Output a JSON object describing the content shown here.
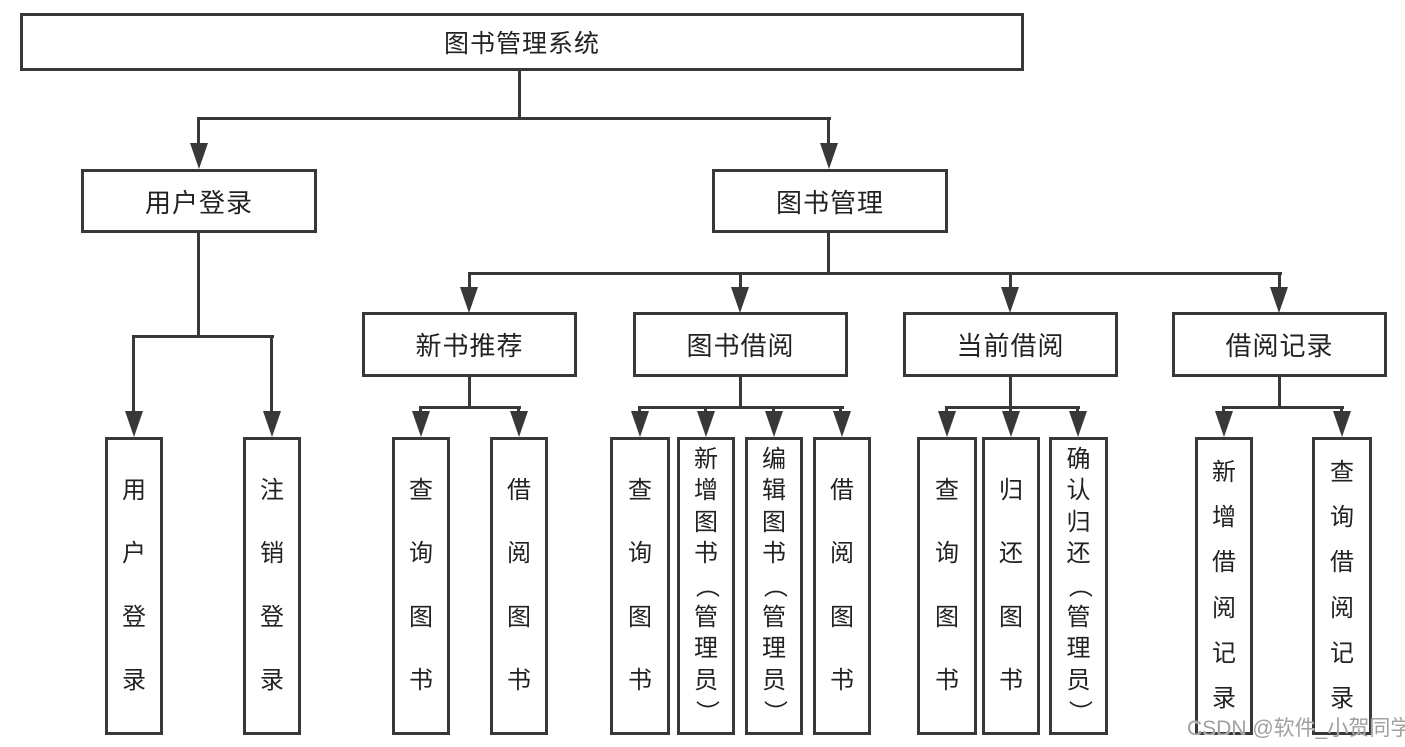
{
  "colors": {
    "line": "#383838",
    "text": "#222222",
    "watermark": "#a0a0a0",
    "background": "#ffffff"
  },
  "watermark": "CSDN @软件_小贺同学",
  "tree": {
    "root": {
      "label": "图书管理系统"
    },
    "login": {
      "label": "用户登录",
      "leaves": [
        "用户登录",
        "注销登录"
      ]
    },
    "management": {
      "label": "图书管理",
      "groups": [
        {
          "label": "新书推荐",
          "leaves": [
            "查询图书",
            "借阅图书"
          ]
        },
        {
          "label": "图书借阅",
          "leaves": [
            "查询图书",
            "新增图书（管理员）",
            "编辑图书（管理员）",
            "借阅图书"
          ]
        },
        {
          "label": "当前借阅",
          "leaves": [
            "查询图书",
            "归还图书",
            "确认归还（管理员）"
          ]
        },
        {
          "label": "借阅记录",
          "leaves": [
            "新增借阅记录",
            "查询借阅记录"
          ]
        }
      ]
    }
  }
}
